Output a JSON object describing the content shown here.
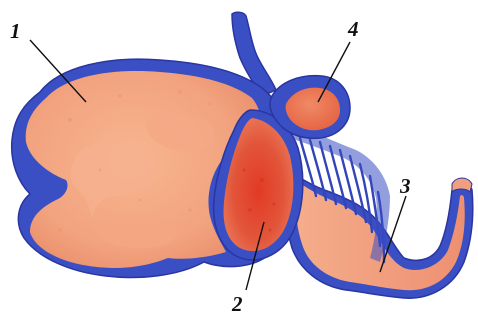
{
  "labels": {
    "one": "1",
    "two": "2",
    "three": "3",
    "four": "4"
  },
  "colors": {
    "background": "#ffffff",
    "wall_blue": "#3a4fc4",
    "wall_blue_dark": "#2a35a0",
    "tissue_light": "#f2a27e",
    "tissue_mid": "#ec8562",
    "tissue_red": "#e2452d",
    "label_ink": "#111111"
  }
}
